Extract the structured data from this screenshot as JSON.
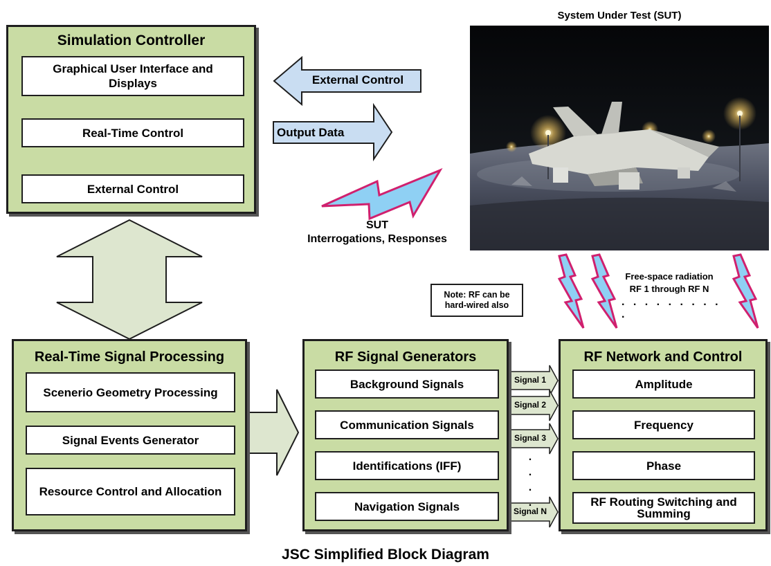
{
  "diagram_title": "JSC Simplified Block Diagram",
  "sut_caption": "System Under Test (SUT)",
  "simulation_controller": {
    "title": "Simulation Controller",
    "items": [
      "Graphical User Interface and Displays",
      "Real-Time Control",
      "External Control"
    ]
  },
  "arrows": {
    "external_control": "External Control",
    "output_data": "Output Data"
  },
  "sut_signal": {
    "line1": "SUT",
    "line2": "Interrogations, Responses"
  },
  "note": {
    "line1": "Note: RF can be",
    "line2": "hard-wired also"
  },
  "radiation": {
    "line1": "Free-space radiation",
    "line2": "RF 1 through RF N",
    "dots": ". . . . . . . . . ."
  },
  "rt_signal_processing": {
    "title": "Real-Time Signal Processing",
    "items": [
      "Scenerio Geometry Processing",
      "Signal Events Generator",
      "Resource Control and Allocation"
    ]
  },
  "rf_signal_generators": {
    "title": "RF Signal Generators",
    "items": [
      "Background Signals",
      "Communication Signals",
      "Identifications (IFF)",
      "Navigation Signals"
    ]
  },
  "rf_network": {
    "title": "RF Network and Control",
    "items": [
      "Amplitude",
      "Frequency",
      "Phase",
      "RF Routing Switching and Summing"
    ]
  },
  "signals": [
    "Signal 1",
    "Signal 2",
    "Signal 3",
    "Signal N"
  ],
  "colors": {
    "panel_fill": "#c9dca4",
    "arrow_fill": "#c9ddf2",
    "bolt_fill": "#8fd0f4",
    "bolt_stroke": "#d0206e",
    "big_arrow_fill": "#dde6cf",
    "title_blue": "#2a3a9a"
  }
}
